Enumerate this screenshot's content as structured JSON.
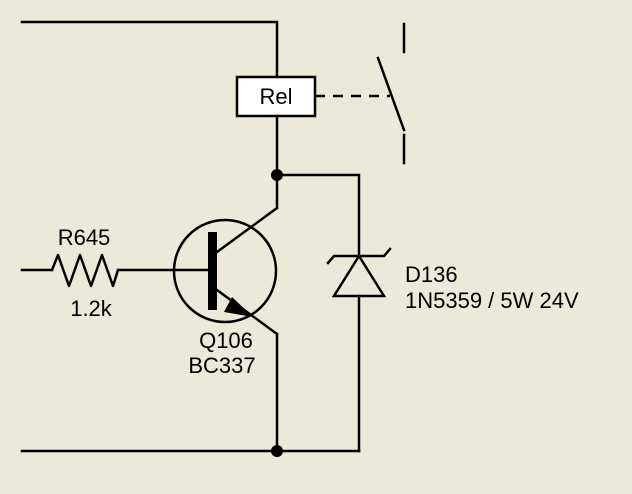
{
  "relay": {
    "label": "Rel"
  },
  "resistor": {
    "name": "R645",
    "value": "1.2k"
  },
  "transistor": {
    "name": "Q106",
    "part": "BC337"
  },
  "diode": {
    "name": "D136",
    "spec": "1N5359 / 5W 24V"
  }
}
